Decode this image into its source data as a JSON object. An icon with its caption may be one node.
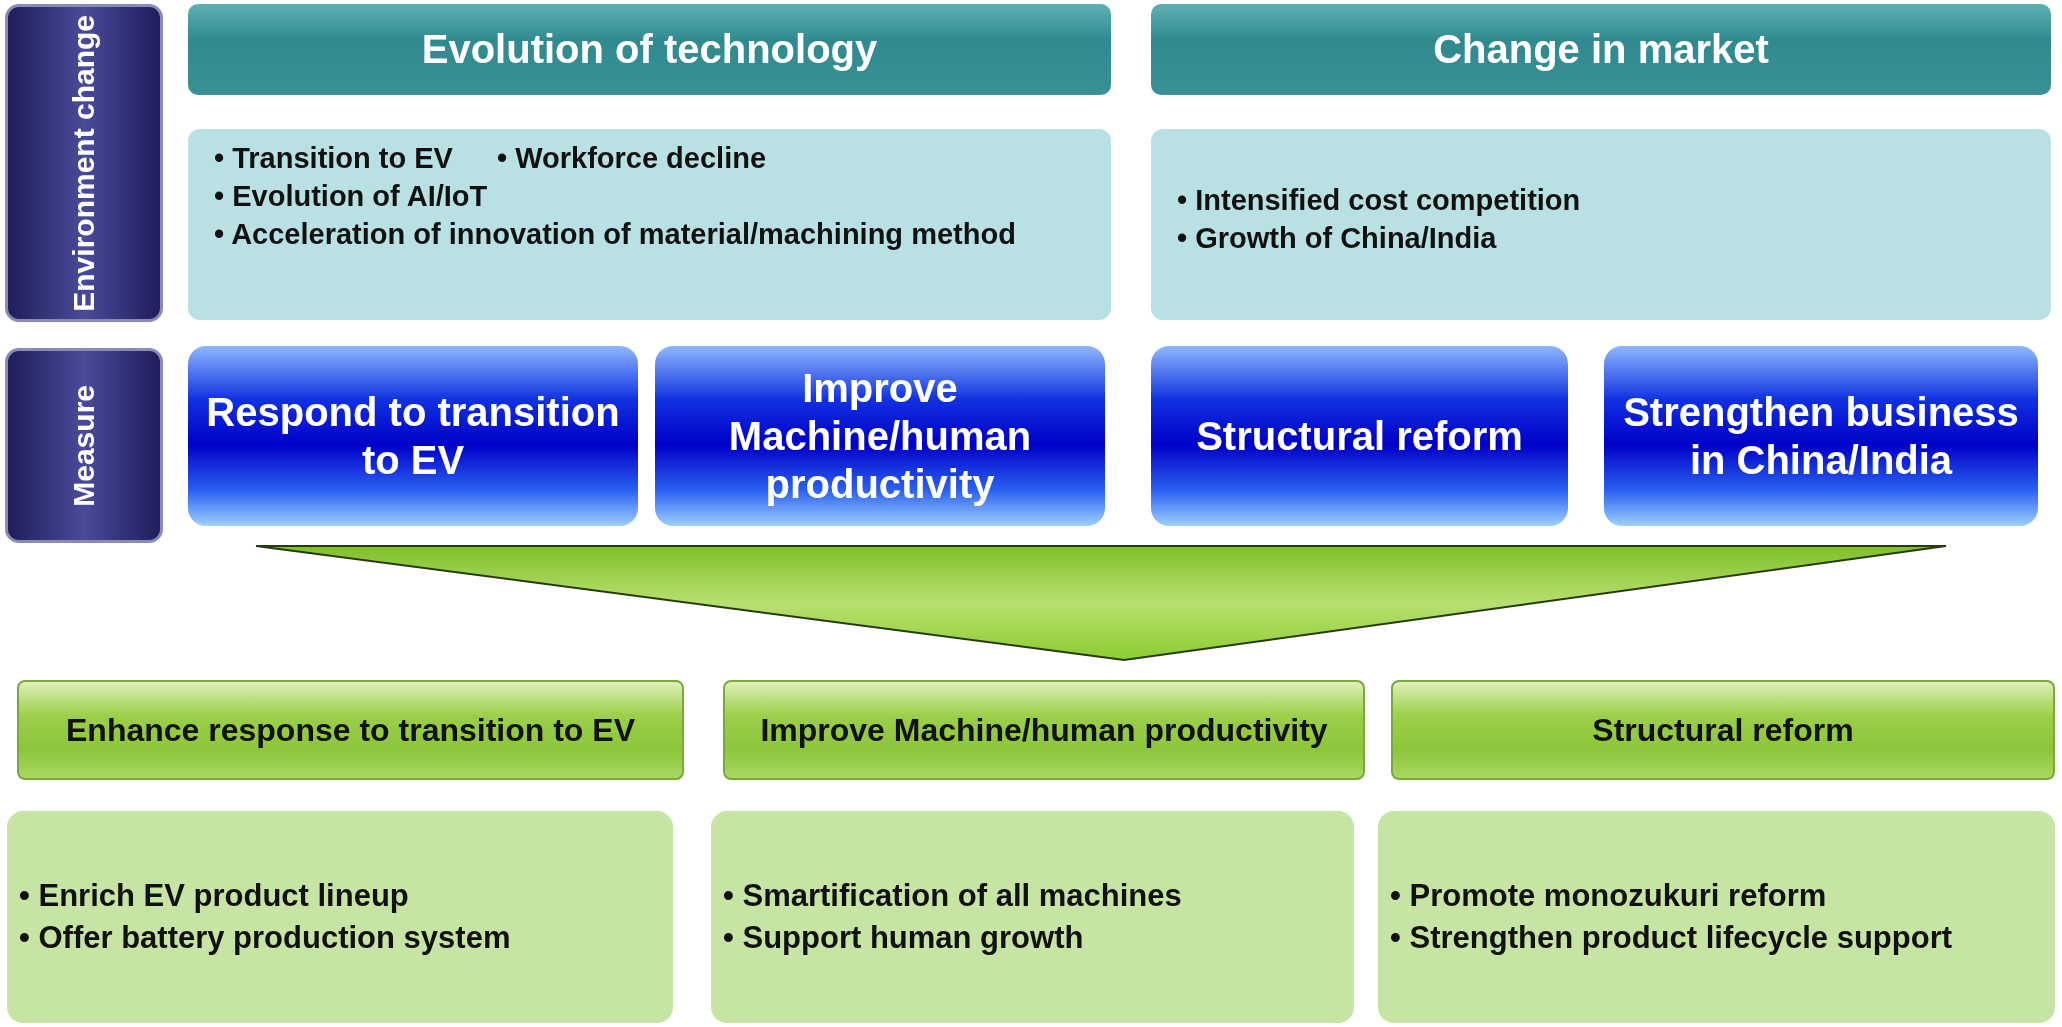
{
  "diagram": {
    "nodes": [
      {
        "text": [
          "Environment change"
        ]
      },
      {
        "text": [
          "Measure"
        ]
      },
      {
        "text": [
          "Evolution of technology"
        ]
      },
      {
        "text": [
          "• Transition to EV",
          "• Workforce decline",
          "• Evolution of AI/IoT",
          "• Acceleration of innovation of material/machining method"
        ]
      },
      {
        "text": [
          "Change in market"
        ]
      },
      {
        "text": [
          "• Intensified cost competition",
          "• Growth of China/India"
        ]
      },
      {
        "text": [
          "Respond to transition to EV"
        ]
      },
      {
        "text": [
          "Improve Machine/human productivity"
        ]
      },
      {
        "text": [
          "Structural reform"
        ]
      },
      {
        "text": [
          "Strengthen business in China/India"
        ]
      },
      {
        "text": [
          "Enhance response to transition to EV"
        ]
      },
      {
        "text": [
          "Improve Machine/human productivity"
        ]
      },
      {
        "text": [
          "Structural reform"
        ]
      },
      {
        "text": [
          "• Enrich EV product lineup",
          "• Offer battery production system"
        ]
      },
      {
        "text": [
          "• Smartification of all machines",
          "• Support human growth"
        ]
      },
      {
        "text": [
          "• Promote monozukuri reform",
          "• Strengthen product lifecycle support"
        ]
      }
    ]
  }
}
